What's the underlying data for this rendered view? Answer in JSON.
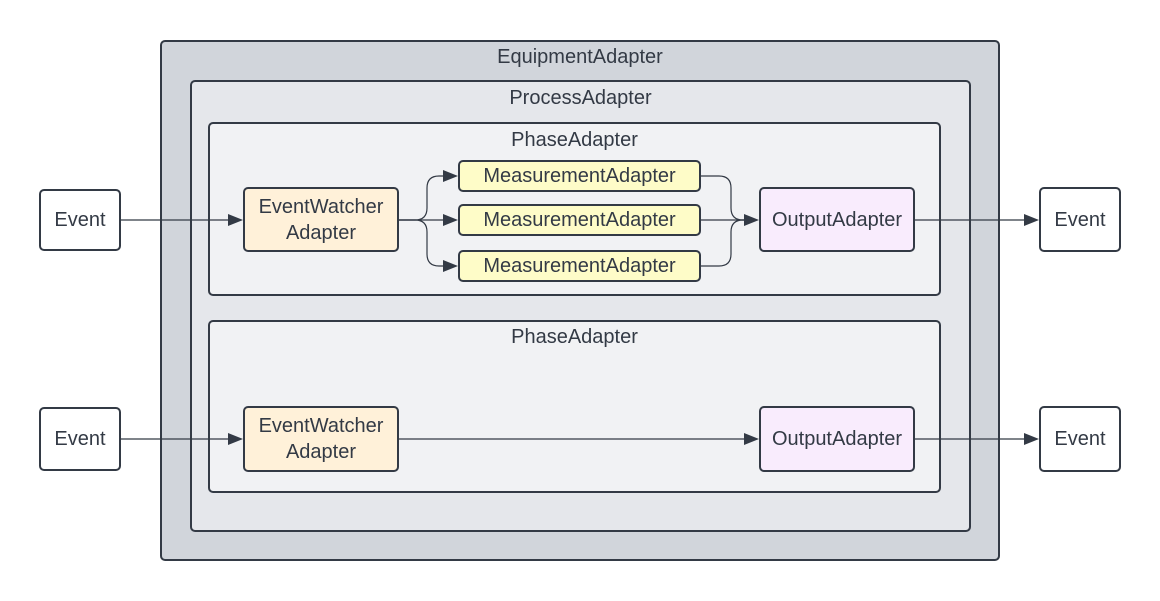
{
  "equipment_adapter": {
    "title": "EquipmentAdapter"
  },
  "process_adapter": {
    "title": "ProcessAdapter"
  },
  "phase_adapters": [
    {
      "title": "PhaseAdapter",
      "watcher_line1": "EventWatcher",
      "watcher_line2": "Adapter",
      "measurements": [
        "MeasurementAdapter",
        "MeasurementAdapter",
        "MeasurementAdapter"
      ],
      "output": "OutputAdapter"
    },
    {
      "title": "PhaseAdapter",
      "watcher_line1": "EventWatcher",
      "watcher_line2": "Adapter",
      "output": "OutputAdapter"
    }
  ],
  "events": {
    "input_1": "Event",
    "output_1": "Event",
    "input_2": "Event",
    "output_2": "Event"
  },
  "colors": {
    "equipment_fill": "#d1d5db",
    "process_fill": "#e5e7eb",
    "phase_fill": "#f1f2f4",
    "watcher_fill": "#fff1d9",
    "measurement_fill": "#fefcc8",
    "output_fill": "#f9ecfd",
    "stroke": "#333a45"
  }
}
